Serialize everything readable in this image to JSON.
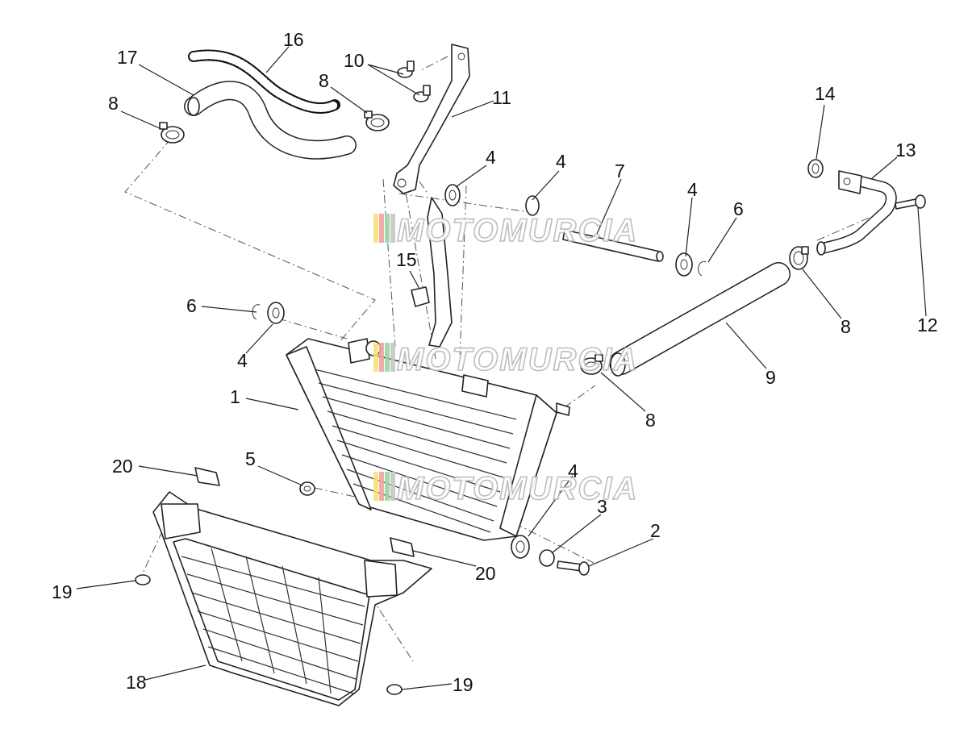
{
  "watermark": {
    "text": "MOTOMURCIA",
    "stripe_colors": [
      "#f6e27a",
      "#f2a3a0",
      "#9bd6a3",
      "#c7c7c7"
    ]
  },
  "labels": [
    {
      "id": "lbl-17",
      "text": "17"
    },
    {
      "id": "lbl-16",
      "text": "16"
    },
    {
      "id": "lbl-8a",
      "text": "8"
    },
    {
      "id": "lbl-8b",
      "text": "8"
    },
    {
      "id": "lbl-10",
      "text": "10"
    },
    {
      "id": "lbl-11",
      "text": "11"
    },
    {
      "id": "lbl-4a",
      "text": "4"
    },
    {
      "id": "lbl-4b",
      "text": "4"
    },
    {
      "id": "lbl-7",
      "text": "7"
    },
    {
      "id": "lbl-4c",
      "text": "4"
    },
    {
      "id": "lbl-6a",
      "text": "6"
    },
    {
      "id": "lbl-14",
      "text": "14"
    },
    {
      "id": "lbl-13",
      "text": "13"
    },
    {
      "id": "lbl-15",
      "text": "15"
    },
    {
      "id": "lbl-6b",
      "text": "6"
    },
    {
      "id": "lbl-4d",
      "text": "4"
    },
    {
      "id": "lbl-1",
      "text": "1"
    },
    {
      "id": "lbl-8c",
      "text": "8"
    },
    {
      "id": "lbl-12",
      "text": "12"
    },
    {
      "id": "lbl-9",
      "text": "9"
    },
    {
      "id": "lbl-8d",
      "text": "8"
    },
    {
      "id": "lbl-20a",
      "text": "20"
    },
    {
      "id": "lbl-5",
      "text": "5"
    },
    {
      "id": "lbl-4e",
      "text": "4"
    },
    {
      "id": "lbl-3",
      "text": "3"
    },
    {
      "id": "lbl-2",
      "text": "2"
    },
    {
      "id": "lbl-20b",
      "text": "20"
    },
    {
      "id": "lbl-19a",
      "text": "19"
    },
    {
      "id": "lbl-18",
      "text": "18"
    },
    {
      "id": "lbl-19b",
      "text": "19"
    }
  ]
}
